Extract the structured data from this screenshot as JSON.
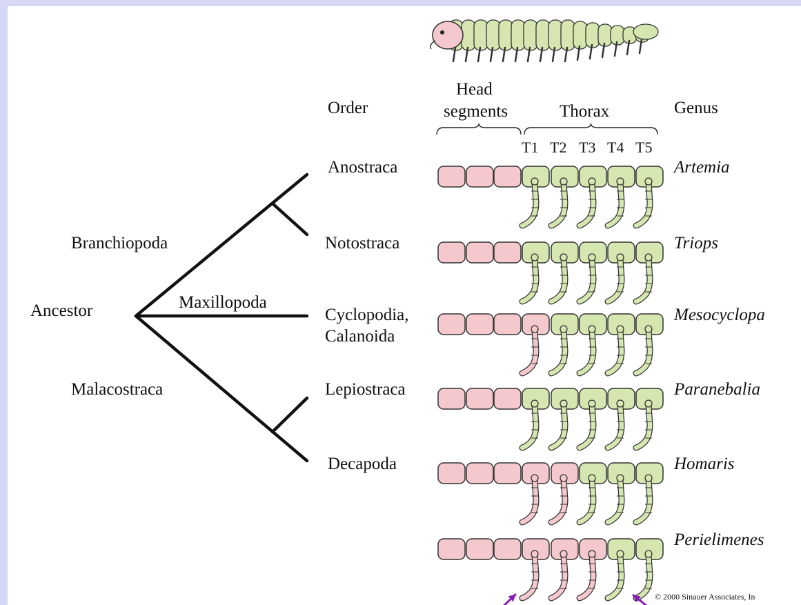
{
  "headers": {
    "order": "Order",
    "head_segments_1": "Head",
    "head_segments_2": "segments",
    "thorax": "Thorax",
    "genus": "Genus"
  },
  "thoracic_labels": [
    "T1",
    "T2",
    "T3",
    "T4",
    "T5"
  ],
  "tree": {
    "ancestor": "Ancestor",
    "clades": [
      "Branchiopoda",
      "Maxillopoda",
      "Malacostraca"
    ]
  },
  "rows": [
    {
      "order": "Anostraca",
      "genus": "Artemia",
      "pink_thorax": 0
    },
    {
      "order": "Notostraca",
      "genus": "Triops",
      "pink_thorax": 0
    },
    {
      "order": "Cyclopodia,",
      "order_line2": "Calanoida",
      "genus": "Mesocyclopa",
      "pink_thorax": 1
    },
    {
      "order": "Lepiostraca",
      "genus": "Paranebalia",
      "pink_thorax": 0
    },
    {
      "order": "Decapoda",
      "genus": "Homaris",
      "pink_thorax": 2
    },
    {
      "order": "",
      "genus": "Perielimenes",
      "pink_thorax": 3
    }
  ],
  "colors": {
    "frame": "#d7d7f6",
    "head_segment": "#f4c8cc",
    "thorax_segment": "#d6e6b0",
    "outline": "#333333",
    "arrow": "#8a1db5"
  },
  "copyright": "© 2000 Sinauer Associates, In"
}
